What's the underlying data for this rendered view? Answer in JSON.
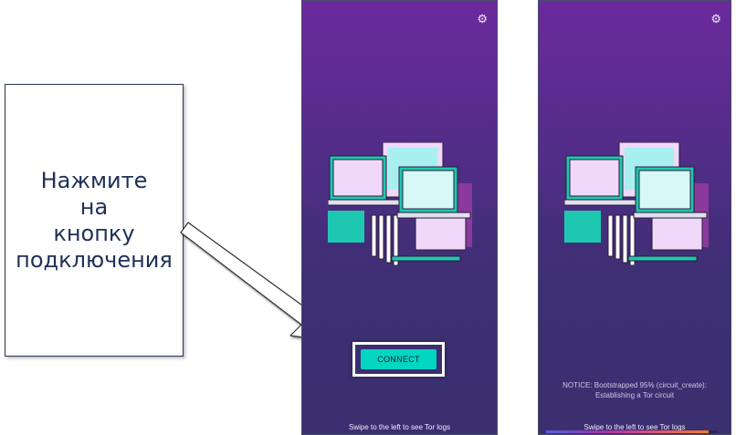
{
  "callout": {
    "text": "Нажмите\nна\nкнопку\nподключения"
  },
  "screen_connect": {
    "connect_label": "CONNECT",
    "swipe_hint": "Swipe to the left to see Tor logs",
    "icon": "gear-icon"
  },
  "screen_progress": {
    "notice": "NOTICE: Bootstrapped 95% (circuit_create): Establishing a Tor circuit",
    "swipe_hint": "Swipe to the left to see Tor logs",
    "progress_percent": 95,
    "icon": "gear-icon"
  },
  "colors": {
    "accent": "#00d6c2",
    "bg_top": "#6b2a9c",
    "bg_bottom": "#3b2f70",
    "callout_text": "#1e3156"
  }
}
